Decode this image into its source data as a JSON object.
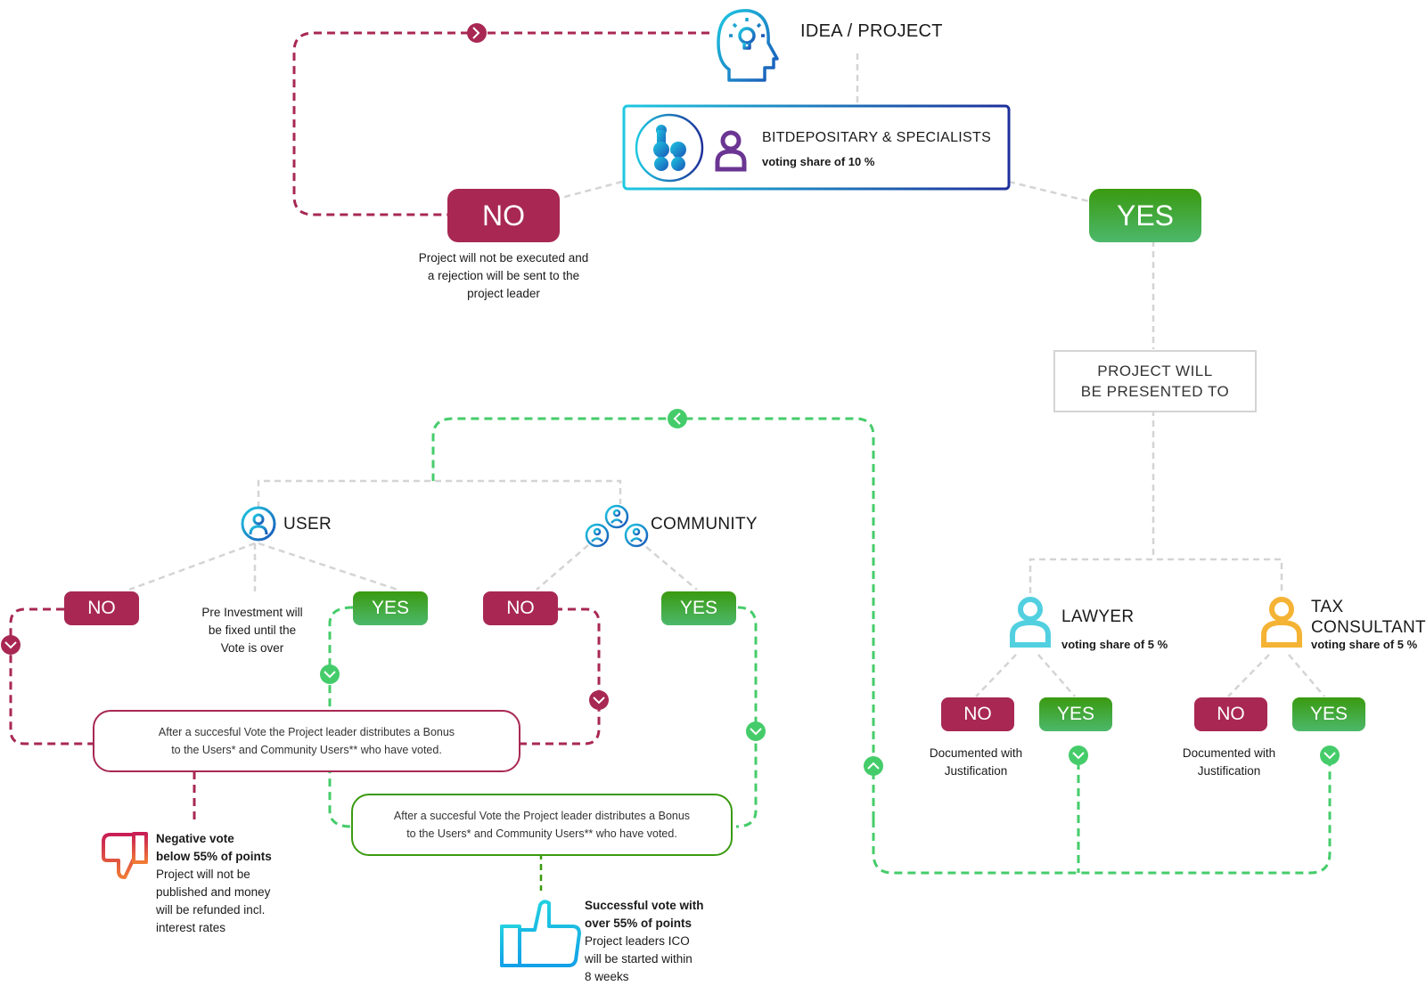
{
  "colors": {
    "no": "#a82853",
    "yes": "#3a9a10",
    "yes_light": "#4cb86b",
    "dashed_green": "#45cc6a",
    "dashed_red": "#a82853",
    "connector_gray": "#d4d4d4",
    "cyan": "#1ec8e0",
    "blue": "#1a55b8",
    "purple": "#6b3593",
    "lawyer": "#52d0e0",
    "tax": "#f5b335"
  },
  "idea": {
    "label": "IDEA / PROJECT",
    "icon": "head-lightbulb-icon"
  },
  "bitdepositary": {
    "title": "BITDEPOSITARY & SPECIALISTS",
    "share": "voting share of 10 %",
    "logo_icon": "bitdepositary-logo-icon",
    "person_icon": "person-icon"
  },
  "top_no": {
    "label": "NO",
    "caption": [
      "Project will not be executed and",
      "a rejection will be sent to the",
      "project leader"
    ]
  },
  "top_yes": {
    "label": "YES"
  },
  "presented_to": {
    "line1": "PROJECT WILL",
    "line2": "BE PRESENTED TO"
  },
  "lawyer": {
    "label": "LAWYER",
    "share": "voting share of 5 %",
    "no": "NO",
    "yes": "YES",
    "no_caption": [
      "Documented with",
      "Justification"
    ]
  },
  "tax": {
    "label_line1": "TAX",
    "label_line2": "CONSULTANT",
    "share": "voting share of 5 %",
    "no": "NO",
    "yes": "YES",
    "no_caption": [
      "Documented with",
      "Justification"
    ]
  },
  "user": {
    "label": "USER",
    "no": "NO",
    "yes": "YES",
    "note": [
      "Pre Investment will",
      "be fixed until the",
      "Vote is over"
    ]
  },
  "community": {
    "label": "COMMUNITY",
    "no": "NO",
    "yes": "YES"
  },
  "bonus_red": [
    "After a succesful Vote the Project leader distributes a Bonus",
    "to the Users* and Community Users** who have voted."
  ],
  "bonus_green": [
    "After a succesful Vote the Project leader distributes a Bonus",
    "to the Users* and Community Users** who have voted."
  ],
  "negative": {
    "title1": "Negative vote",
    "title2": "below 55% of points",
    "body": [
      "Project will not be",
      "published and money",
      "will be refunded incl.",
      "interest rates"
    ],
    "icon": "thumbs-down-icon"
  },
  "positive": {
    "title1": "Successful vote with",
    "title2": "over 55% of points",
    "body": [
      "Project leaders ICO",
      "will be started within",
      "8 weeks"
    ],
    "icon": "thumbs-up-icon"
  }
}
